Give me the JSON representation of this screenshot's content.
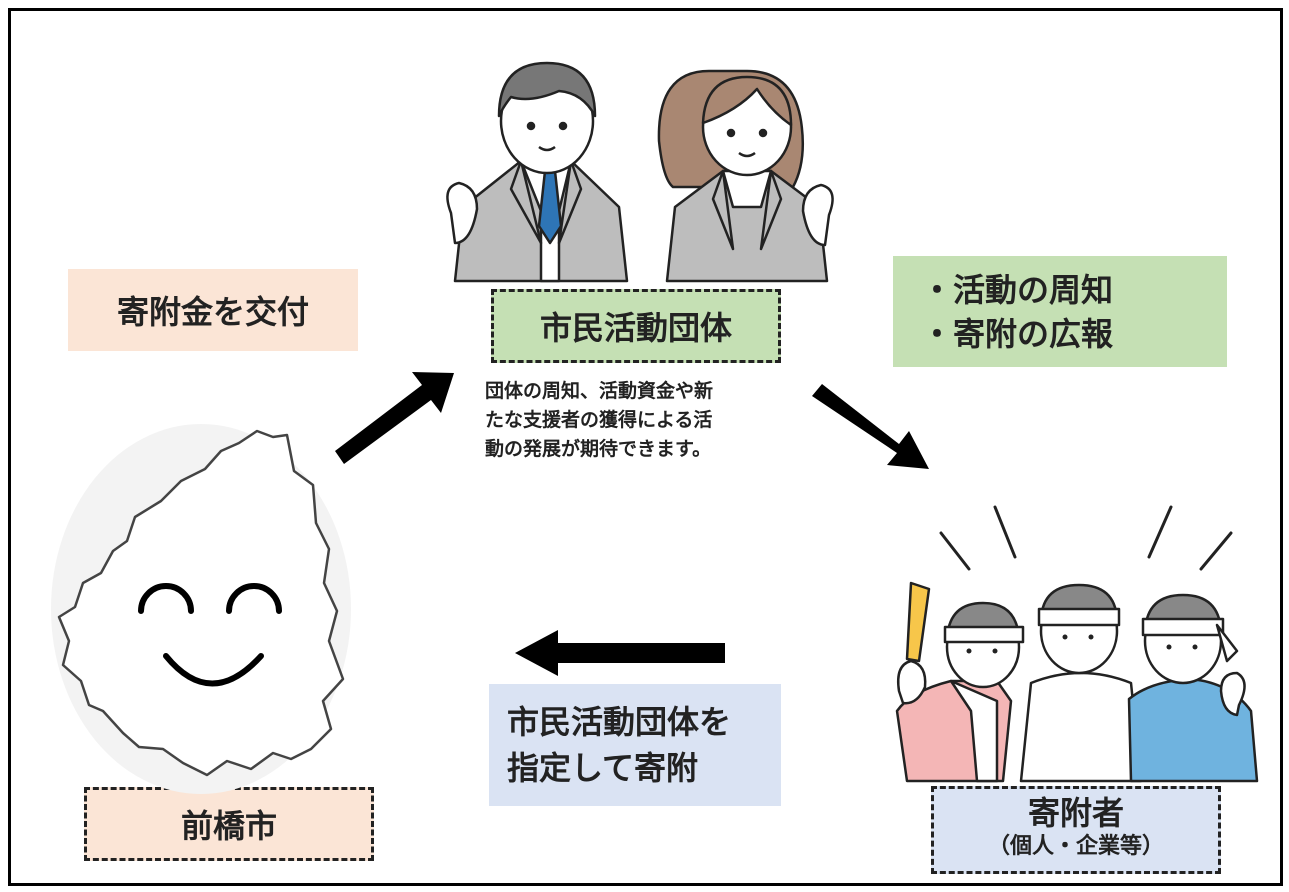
{
  "nodes": {
    "citizen_group": {
      "label": "市民活動団体"
    },
    "city": {
      "label": "前橋市"
    },
    "donor": {
      "label": "寄附者",
      "sublabel": "（個人・企業等）"
    }
  },
  "flows": {
    "city_to_group": "寄附金を交付",
    "group_to_donor": [
      "・活動の周知",
      "・寄附の広報"
    ],
    "donor_to_city": [
      "市民活動団体を",
      "指定して寄附"
    ]
  },
  "description": [
    "団体の周知、活動資金や新",
    "たな支援者の獲得による活",
    "動の発展が期待できます。"
  ],
  "colors": {
    "peach": "#fbe5d6",
    "green": "#c5e0b4",
    "blue": "#dae3f3",
    "suit_gray": "#bdbdbd",
    "tie_blue": "#2e75b6",
    "donor_pink": "#f4b6b6",
    "donor_blue": "#6fb3df"
  }
}
